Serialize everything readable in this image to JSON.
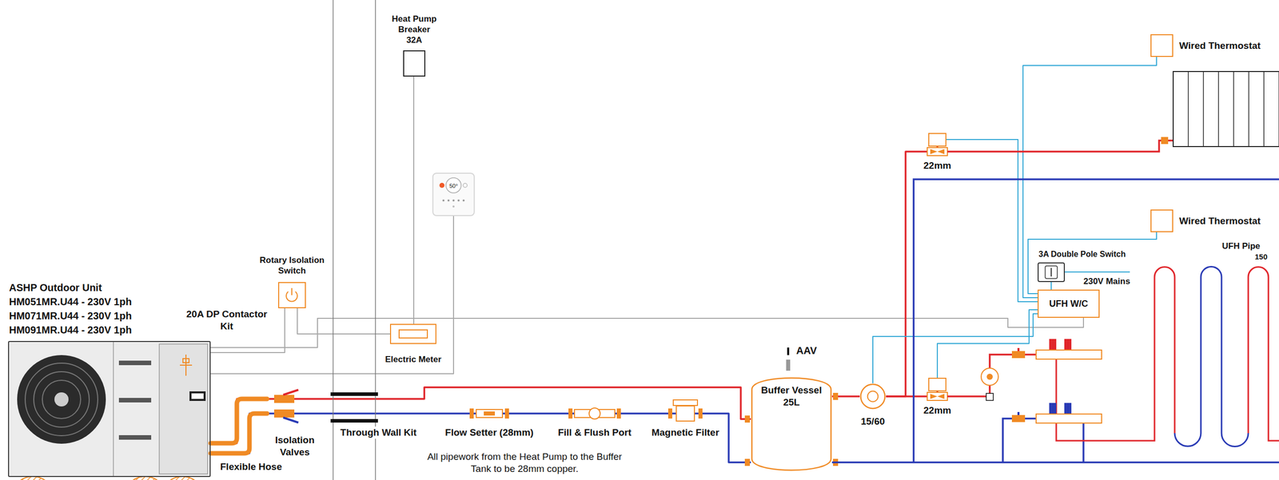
{
  "diagram": {
    "nodes": [
      {
        "text": [
          "ASHP Outdoor Unit",
          "HM051MR.U44 - 230V 1ph",
          "HM071MR.U44 - 230V 1ph",
          "HM091MR.U44 - 230V 1ph"
        ]
      },
      {
        "text": [
          "Rotary Isolation Switch"
        ]
      },
      {
        "text": [
          "Heat Pump Breaker 32A"
        ]
      },
      {
        "text": [
          "Electric Meter"
        ]
      },
      {
        "text": [
          "50°"
        ]
      },
      {
        "text": [
          "Buffer Vessel 25L"
        ]
      },
      {
        "text": [
          "15/60"
        ]
      },
      {
        "text": [
          "22mm"
        ]
      },
      {
        "text": [
          "22mm"
        ]
      },
      {
        "text": [
          "Wired Thermostat"
        ]
      },
      {
        "text": [
          "Wired Thermostat"
        ]
      },
      {
        "text": [
          "3A Double Pole Switch"
        ]
      },
      {
        "text": [
          "UFH W/C"
        ]
      }
    ],
    "edges": [
      {
        "from": 0,
        "to": 1,
        "arrow": "none"
      },
      {
        "from": 3,
        "to": 1,
        "arrow": "none"
      },
      {
        "from": 2,
        "to": 3,
        "arrow": "none"
      },
      {
        "from": 0,
        "to": 4,
        "arrow": "none"
      },
      {
        "from": 0,
        "to": 12,
        "arrow": "none"
      },
      {
        "from": 0,
        "to": 5,
        "arrow": "none"
      },
      {
        "from": 5,
        "to": 0,
        "arrow": "none"
      },
      {
        "from": 5,
        "to": 6,
        "arrow": "none"
      },
      {
        "from": 6,
        "to": 7,
        "arrow": "none"
      },
      {
        "from": 6,
        "to": 8,
        "arrow": "none"
      },
      {
        "from": 9,
        "to": 12,
        "arrow": "none"
      },
      {
        "from": 10,
        "to": 12,
        "arrow": "none"
      },
      {
        "from": 11,
        "to": 12,
        "arrow": "none"
      },
      {
        "from": 6,
        "to": 12,
        "arrow": "none"
      },
      {
        "from": 7,
        "to": 12,
        "arrow": "none"
      },
      {
        "from": 8,
        "to": 12,
        "arrow": "none"
      }
    ],
    "labels": [
      "20A DP Contactor Kit",
      "Flexible Hose",
      "Isolation Valves",
      "Through Wall Kit",
      "Flow Setter (28mm)",
      "Fill & Flush Port",
      "Magnetic Filter",
      "All pipework from the Heat Pump to the Buffer Tank to be 28mm copper.",
      "AAV",
      "230V Mains",
      "UFH Pipe",
      "150"
    ]
  }
}
